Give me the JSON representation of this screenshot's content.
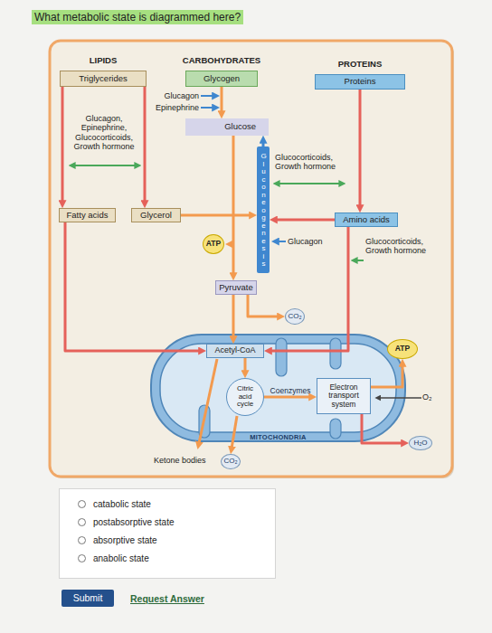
{
  "diagram": {
    "title": "What metabolic state is diagrammed here?",
    "nodes": [
      {
        "text": [
          "LIPIDS",
          "Triglycerides"
        ]
      },
      {
        "text": [
          "CARBOHYDRATES",
          "Glycogen"
        ]
      },
      {
        "text": [
          "PROTEINS",
          "Proteins"
        ]
      },
      {
        "text": [
          "Glucose"
        ]
      },
      {
        "text": [
          "Gluconeogenesis"
        ]
      },
      {
        "text": [
          "Fatty acids"
        ]
      },
      {
        "text": [
          "Glycerol"
        ]
      },
      {
        "text": [
          "Amino acids"
        ]
      },
      {
        "text": [
          "ATP"
        ]
      },
      {
        "text": [
          "Pyruvate"
        ]
      },
      {
        "text": [
          "CO₂"
        ]
      },
      {
        "text": [
          "MITOCHONDRIA"
        ]
      },
      {
        "text": [
          "Acetyl-CoA"
        ],
        "in": 11
      },
      {
        "text": [
          "Citric acid cycle"
        ],
        "in": 11
      },
      {
        "text": [
          "Electron transport system"
        ],
        "in": 11
      },
      {
        "text": [
          "ATP"
        ]
      },
      {
        "text": [
          "CO₂"
        ]
      },
      {
        "text": [
          "H₂O"
        ]
      },
      {
        "text": [
          "catabolic state",
          "postabsorptive state",
          "absorptive state",
          "anabolic state"
        ]
      },
      {
        "text": [
          "Submit"
        ]
      }
    ],
    "edges": [
      {
        "from": 0,
        "to": 5,
        "arrow": "to"
      },
      {
        "from": 0,
        "to": 6,
        "arrow": "to"
      },
      {
        "from": 1,
        "to": 3,
        "arrow": "to"
      },
      {
        "from": 3,
        "to": 9,
        "arrow": "to"
      },
      {
        "from": 6,
        "to": 4,
        "arrow": "to"
      },
      {
        "from": 4,
        "to": 3,
        "arrow": "to"
      },
      {
        "from": 2,
        "to": 7,
        "arrow": "to"
      },
      {
        "from": 7,
        "to": 4,
        "arrow": "to"
      },
      {
        "from": 5,
        "to": 12,
        "arrow": "to"
      },
      {
        "from": 7,
        "to": 12,
        "arrow": "to"
      },
      {
        "from": 9,
        "to": 12,
        "arrow": "to"
      },
      {
        "from": 9,
        "to": 10,
        "arrow": "to"
      },
      {
        "from": 12,
        "to": 13,
        "arrow": "to"
      },
      {
        "from": 13,
        "to": 14,
        "label": "Coenzymes",
        "arrow": "to"
      },
      {
        "from": 13,
        "to": 16,
        "arrow": "to"
      },
      {
        "from": 14,
        "to": 15,
        "arrow": "to"
      },
      {
        "from": 14,
        "to": 17,
        "arrow": "to"
      }
    ],
    "labels": [
      "Glucagon",
      "Epinephrine",
      "Glucagon, Epinephrine, Glucocorticoids, Growth hormone",
      "Glucocorticoids, Growth hormone",
      "Glucagon",
      "Glucocorticoids, Growth hormone",
      "O₂",
      "Ketone bodies",
      "Request Answer"
    ]
  }
}
